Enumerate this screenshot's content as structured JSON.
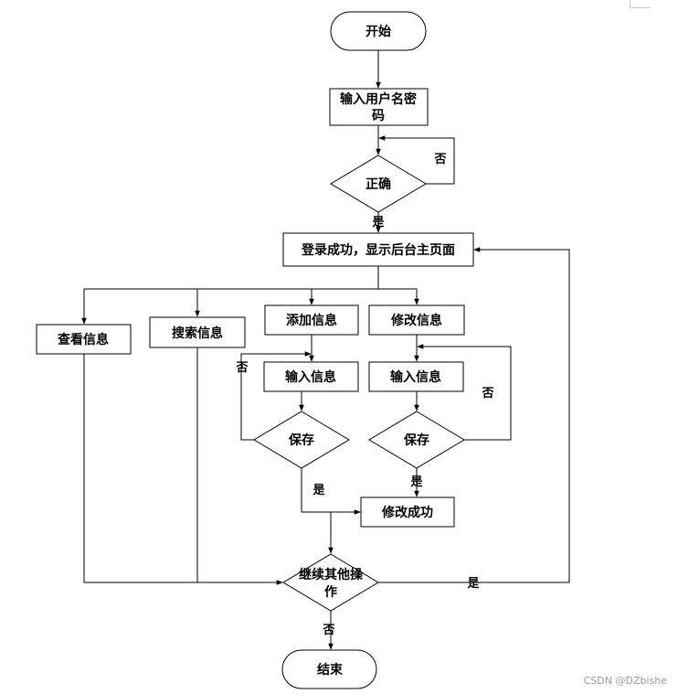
{
  "nodes": {
    "start": "开始",
    "input_user": [
      "输入用户名密",
      "码"
    ],
    "correct": "正确",
    "login_success": "登录成功，显示后台主页面",
    "view_info": "查看信息",
    "search_info": "搜索信息",
    "add_info": "添加信息",
    "modify_info": "修改信息",
    "input_info_add": "输入信息",
    "input_info_modify": "输入信息",
    "save_add": "保存",
    "save_modify": "保存",
    "modify_success": "修改成功",
    "continue": [
      "继续其他操",
      "作"
    ],
    "end": "结束"
  },
  "edge_labels": {
    "correct_no": "否",
    "correct_yes": "是",
    "save_add_no": "否",
    "save_add_yes": "是",
    "save_modify_no": "否",
    "save_modify_yes": "是",
    "continue_yes": "是",
    "continue_no": "否"
  },
  "watermark": "CSDN @DZbishe"
}
